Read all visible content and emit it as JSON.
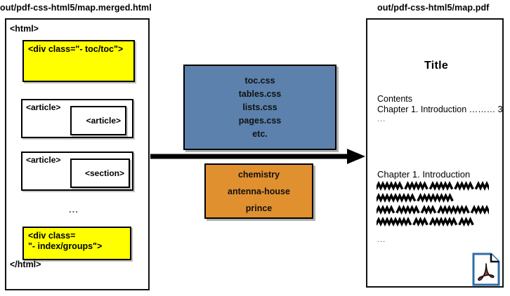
{
  "diagram": {
    "source_panel": {
      "caption": "out/pdf-css-html5/map.merged.html",
      "open_tag": "<html>",
      "close_tag": "</html>",
      "ellipsis": "...",
      "blocks": [
        {
          "id": "toc",
          "label": "<div class=\"- toc/toc\">",
          "color": "#ffff00",
          "kind": "yellow"
        },
        {
          "id": "article-1",
          "label": "<article>",
          "nested_label": "<article>",
          "kind": "white"
        },
        {
          "id": "article-2",
          "label": "<article>",
          "nested_label": "<section>",
          "kind": "white"
        },
        {
          "id": "index",
          "label_line1": "<div class=",
          "label_line2": "\"- index/groups\">",
          "color": "#ffff00",
          "kind": "yellow"
        }
      ]
    },
    "stylesheets_box": {
      "color": "#5b81ac",
      "items": [
        "toc.css",
        "tables.css",
        "lists.css",
        "pages.css",
        "etc."
      ]
    },
    "engines_box": {
      "color": "#e0902f",
      "items": [
        "chemistry",
        "antenna-house",
        "prince"
      ]
    },
    "arrow": {
      "name": "transform-arrow",
      "direction": "right"
    },
    "output_panel": {
      "caption": "out/pdf-css-html5/map.pdf",
      "title": "Title",
      "contents_heading": "Contents",
      "contents_entry": "Chapter 1. Introduction ……… 3",
      "contents_ellipsis": "...",
      "chapter_heading": "Chapter 1. Introduction",
      "body_ellipsis": "...",
      "body_lines": [
        [
          6,
          5,
          5,
          4,
          5
        ],
        [
          9,
          8
        ],
        [
          4,
          5,
          3,
          7,
          6
        ],
        [
          8,
          3,
          6,
          3
        ]
      ],
      "file_icon": {
        "name": "pdf-file-icon",
        "border_color": "#2f6da8",
        "mark_color": "#b93a2a"
      }
    }
  }
}
